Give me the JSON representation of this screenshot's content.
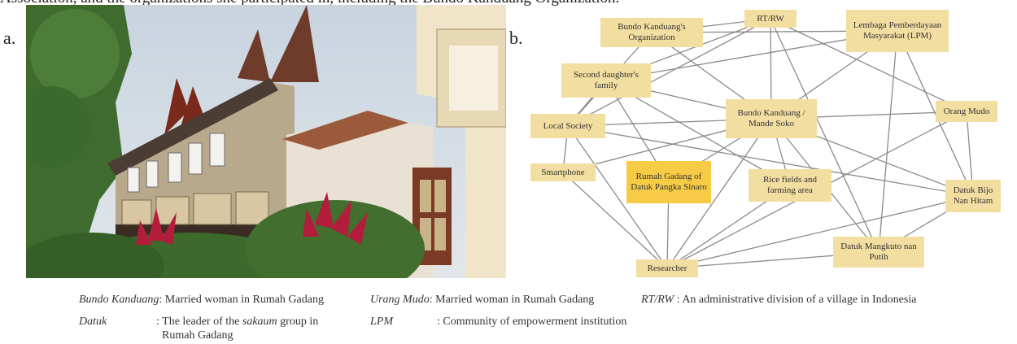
{
  "caption_top": "Association, and the organizations she participated in, including the Bundo Kanduang Organization.",
  "panel_a_label": "a.",
  "panel_b_label": "b.",
  "diagram": {
    "nodes": {
      "bundo_org": "Bundo Kanduang's Organization",
      "rtrw": "RT/RW",
      "lpm": "Lembaga Pemberdayaan Masyarakat (LPM)",
      "second_daughter": "Second daughter's family",
      "bundo_mande": "Bundo Kanduang / Mande Soko",
      "orang_mudo": "Orang Mudo",
      "local_society": "Local Society",
      "smartphone": "Smartphone",
      "rumah_gadang": "Rumah Gadang of Datuk Pangka Sinaro",
      "rice_fields": "Rice fields and farming area",
      "datuk_bijo": "Datuk Bijo Nan Hitam",
      "datuk_mangkuto": "Datuk Mangkuto nan Putih",
      "researcher": "Researcher"
    },
    "edges": [
      [
        "bundo_org",
        "rtrw"
      ],
      [
        "bundo_org",
        "lpm"
      ],
      [
        "bundo_org",
        "bundo_mande"
      ],
      [
        "bundo_org",
        "local_society"
      ],
      [
        "rtrw",
        "second_daughter"
      ],
      [
        "rtrw",
        "local_society"
      ],
      [
        "rtrw",
        "bundo_mande"
      ],
      [
        "rtrw",
        "orang_mudo"
      ],
      [
        "rtrw",
        "datuk_mangkuto"
      ],
      [
        "lpm",
        "second_daughter"
      ],
      [
        "lpm",
        "bundo_mande"
      ],
      [
        "lpm",
        "datuk_mangkuto"
      ],
      [
        "lpm",
        "datuk_bijo"
      ],
      [
        "second_daughter",
        "bundo_mande"
      ],
      [
        "second_daughter",
        "rumah_gadang"
      ],
      [
        "second_daughter",
        "rice_fields"
      ],
      [
        "second_daughter",
        "local_society"
      ],
      [
        "bundo_mande",
        "local_society"
      ],
      [
        "bundo_mande",
        "orang_mudo"
      ],
      [
        "bundo_mande",
        "rumah_gadang"
      ],
      [
        "bundo_mande",
        "rice_fields"
      ],
      [
        "bundo_mande",
        "researcher"
      ],
      [
        "bundo_mande",
        "datuk_bijo"
      ],
      [
        "bundo_mande",
        "datuk_mangkuto"
      ],
      [
        "bundo_mande",
        "smartphone"
      ],
      [
        "local_society",
        "smartphone"
      ],
      [
        "local_society",
        "researcher"
      ],
      [
        "local_society",
        "datuk_bijo"
      ],
      [
        "smartphone",
        "researcher"
      ],
      [
        "rumah_gadang",
        "researcher"
      ],
      [
        "rice_fields",
        "researcher"
      ],
      [
        "orang_mudo",
        "datuk_bijo"
      ],
      [
        "orang_mudo",
        "researcher"
      ],
      [
        "datuk_bijo",
        "researcher"
      ],
      [
        "datuk_bijo",
        "datuk_mangkuto"
      ],
      [
        "datuk_mangkuto",
        "researcher"
      ]
    ]
  },
  "legend": [
    {
      "term": "Bundo Kanduang",
      "sep": ":",
      "desc": " Married woman in Rumah Gadang"
    },
    {
      "term": "Urang Mudo",
      "sep": ":",
      "desc": " Married woman in Rumah Gadang"
    },
    {
      "term": "RT/RW",
      "sep": " :",
      "desc": " An administrative division of a village in Indonesia"
    },
    {
      "term": "Datuk",
      "sep": ":",
      "desc_pre": " The leader of the ",
      "desc_em": "sakaum",
      "desc_post": " group in",
      "desc_line2": "Rumah Gadang"
    },
    {
      "term": "LPM",
      "sep": ":",
      "desc": " Community of empowerment institution"
    }
  ],
  "colors": {
    "node": "#f3dea1",
    "node_highlight": "#f7cb45",
    "edge": "#8a8a8a"
  }
}
